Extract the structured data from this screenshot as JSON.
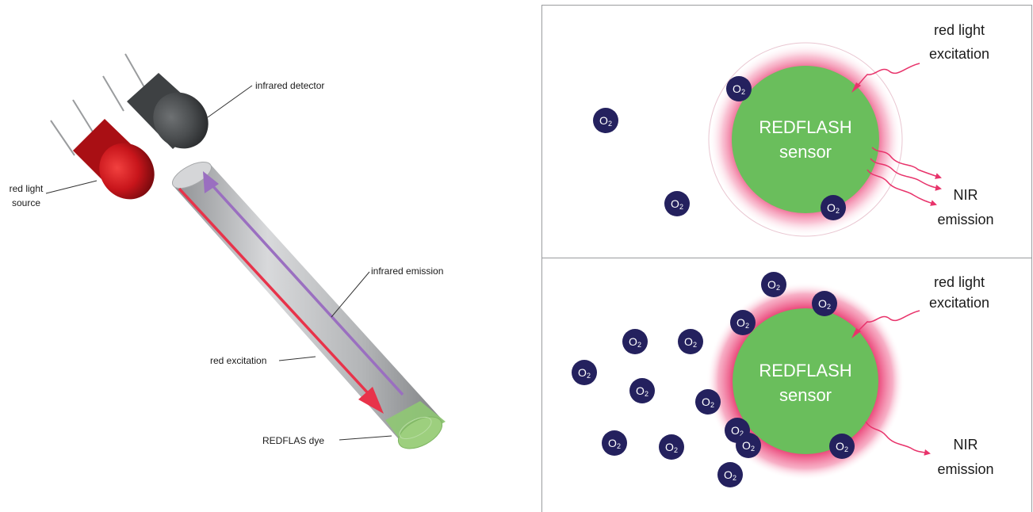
{
  "left": {
    "infrared_detector_label": "infrared detector",
    "red_light_source_label": [
      "red light",
      "source"
    ],
    "infrared_emission_label": "infrared emission",
    "red_excitation_label": "red excitation",
    "dye_label": "REDFLAS dye"
  },
  "panels": [
    {
      "sensor_label": [
        "REDFLASH",
        "sensor"
      ],
      "excitation_label": [
        "red light",
        "excitation"
      ],
      "emission_label": [
        "NIR",
        "emission"
      ],
      "o2_count": 4
    },
    {
      "sensor_label": [
        "REDFLASH",
        "sensor"
      ],
      "excitation_label": [
        "red light",
        "excitation"
      ],
      "emission_label": [
        "NIR",
        "emission"
      ],
      "o2_count": 14
    }
  ],
  "molecule": {
    "symbol": "O",
    "subscript": "2"
  },
  "colors": {
    "sensor_green": "#6ABE5C",
    "o2_navy": "#24215E",
    "glow_pink": "#E8336B",
    "arrow_red": "#E8334A",
    "arrow_purple": "#9A6FC0",
    "led_red": "#C8151B",
    "detector_gray": "#4A4D4F",
    "fiber_gray": "#BDBEC0",
    "dye_green": "#9DCF7E"
  }
}
